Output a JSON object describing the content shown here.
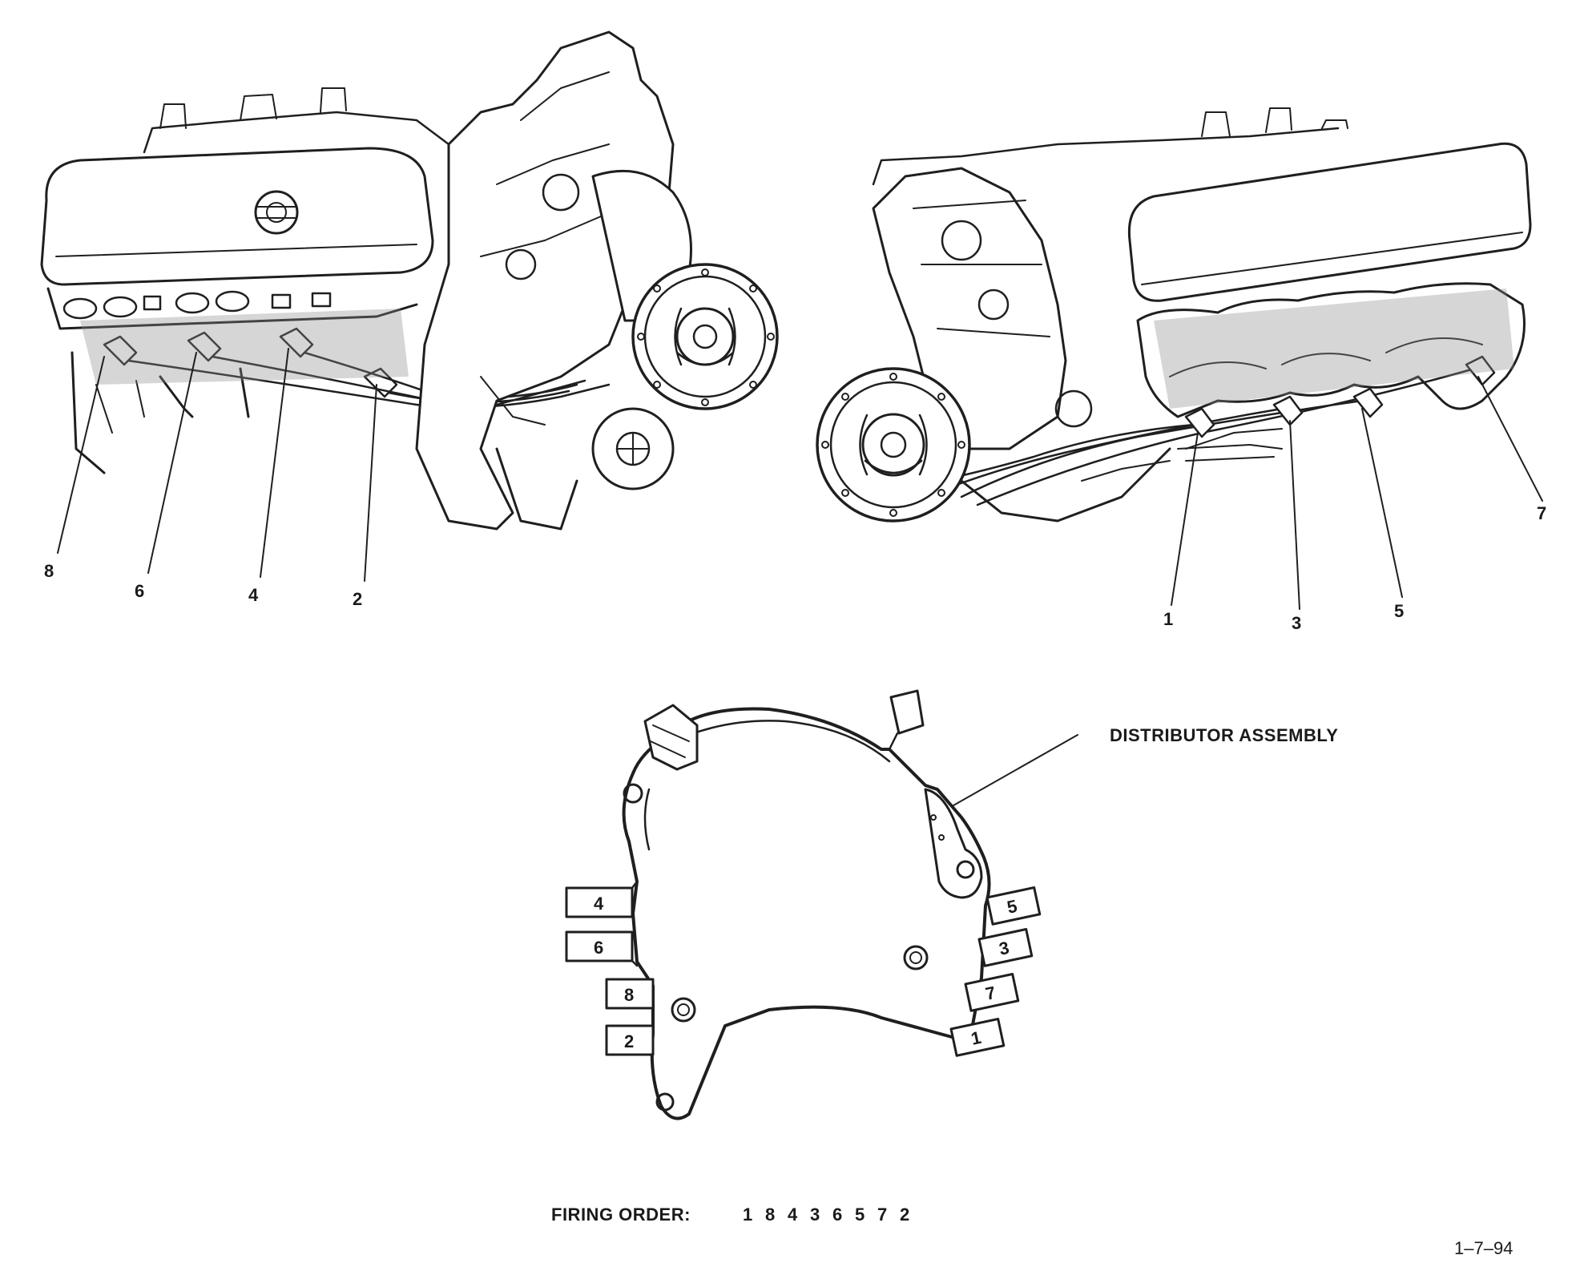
{
  "left_bank": {
    "callouts": [
      "8",
      "6",
      "4",
      "2"
    ]
  },
  "right_bank": {
    "callouts": [
      "1",
      "3",
      "5",
      "7"
    ]
  },
  "distributor": {
    "label": "DISTRIBUTOR ASSEMBLY",
    "towers_left": [
      "4",
      "6",
      "8",
      "2"
    ],
    "towers_right": [
      "5",
      "3",
      "7",
      "1"
    ]
  },
  "firing_order": {
    "label": "FIRING ORDER:",
    "sequence": [
      "1",
      "8",
      "4",
      "3",
      "6",
      "5",
      "7",
      "2"
    ]
  },
  "figure_id": "1–7–94"
}
